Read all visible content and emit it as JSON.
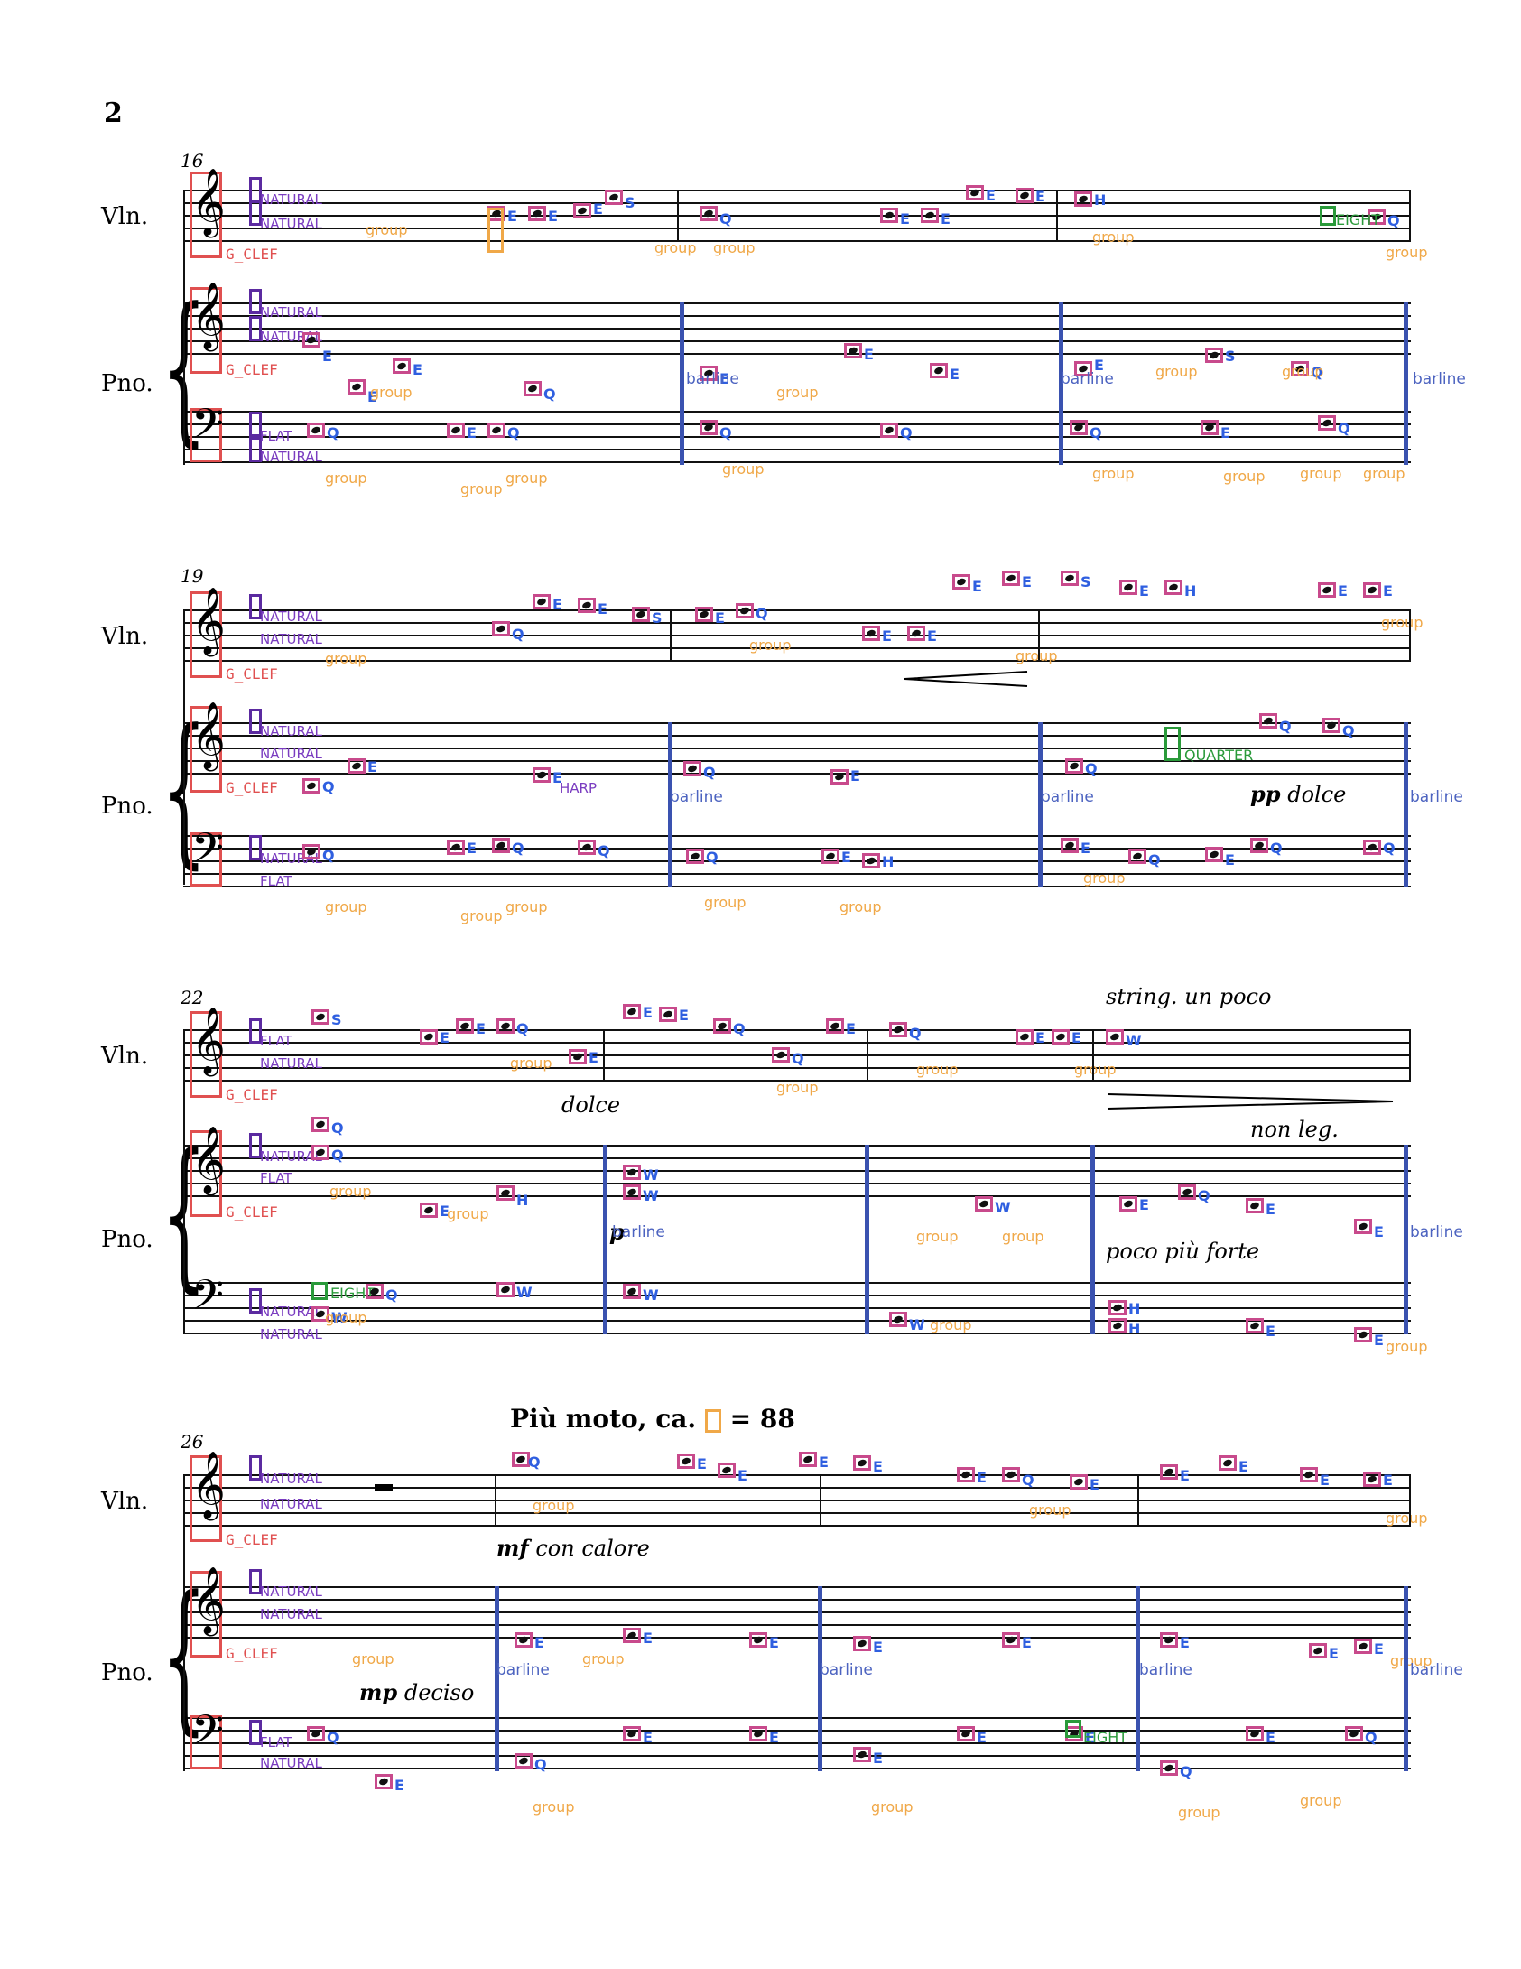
{
  "page": {
    "number": "2"
  },
  "labels": {
    "violin": "Vln.",
    "piano": "Pno.",
    "g_clef": "G_CLEF",
    "natural": "NATURAL",
    "flat": "FLAT",
    "group": "group",
    "barline": "barline",
    "eighth": "EIGHT",
    "quarter": "QUARTER",
    "harp": "HARP",
    "note_E": "E",
    "note_Q": "Q",
    "note_S": "S",
    "note_H": "H",
    "note_W": "W"
  },
  "systems": [
    {
      "measure": "16"
    },
    {
      "measure": "19",
      "expression_pp": "pp",
      "expression_dolce": "dolce"
    },
    {
      "measure": "22",
      "string": "string. un poco",
      "dolce": "dolce",
      "non_leg": "non leg.",
      "p": "p",
      "poco": "poco più forte"
    },
    {
      "measure": "26",
      "tempo_text": "Più moto, ca.",
      "tempo_value": "= 88",
      "mf": "mf",
      "con_calore": "con calore",
      "mp": "mp",
      "deciso": "deciso"
    }
  ]
}
